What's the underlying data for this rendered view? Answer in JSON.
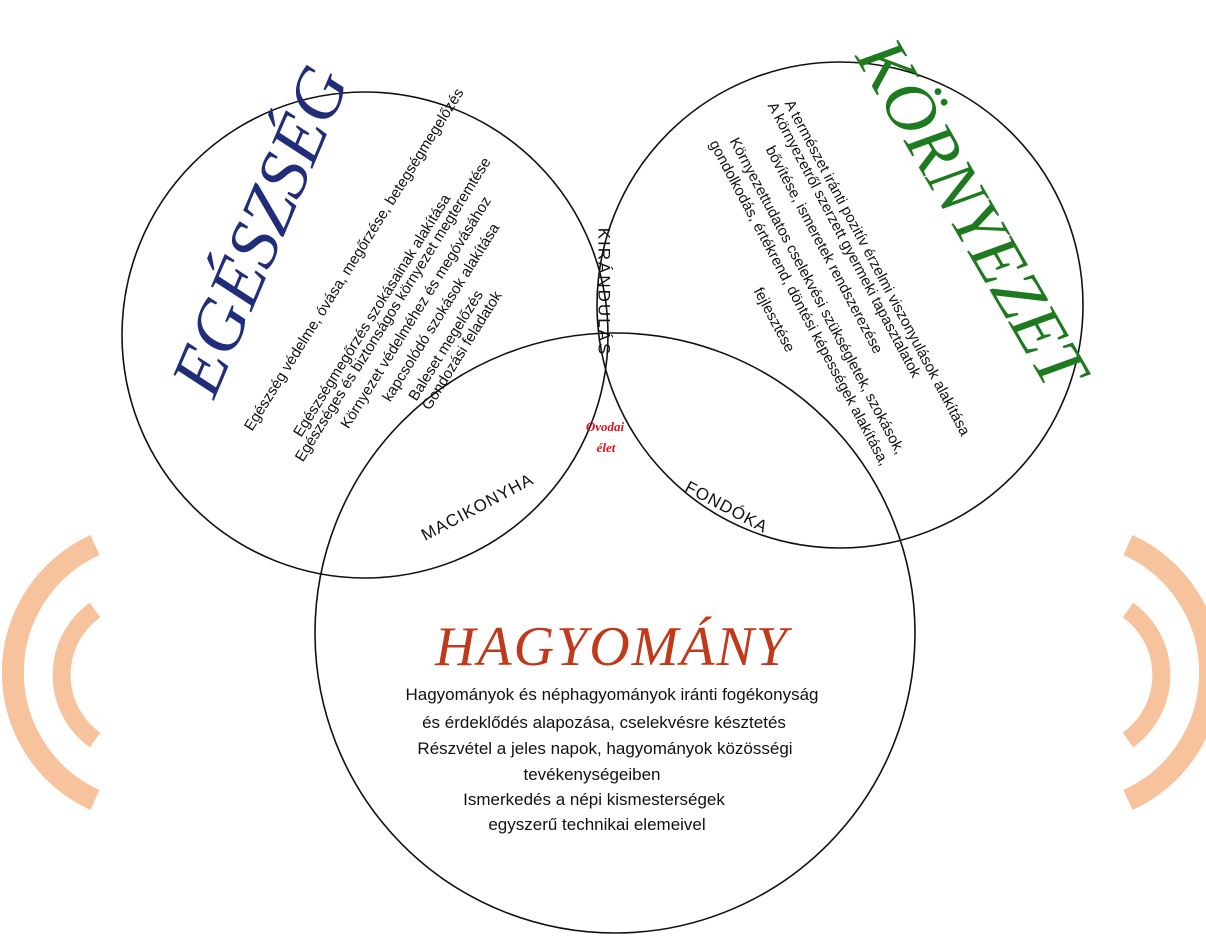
{
  "circles": {
    "egeszseg": {
      "title": "EGÉSZSÉG",
      "title_color": "#1f2d7a",
      "lines": [
        "Egészség védelme, óvása, megőrzése, betegségmegelőzés",
        "Egészségmegőrzés szokásainak alakítása",
        "Egészséges és biztonságos környezet megteremtése",
        "Környezet védelméhez és megóvásához",
        "kapcsolódó szokások alakítása",
        "Baleset megelőzés",
        "Gondozási feladatok"
      ]
    },
    "kornyezet": {
      "title": "KÖRNYEZET",
      "title_color": "#1e7a1e",
      "lines": [
        "A természet iránti pozitív érzelmi viszonyulások alakítása",
        "A környezetről szerzett gyermeki tapasztalatok",
        "bővítése, ismeretek rendszerezése",
        "Környezettudatos cselekvési szükségletek, szokások,",
        "gondolkodás, értékrend, döntési képességek alakítása,",
        "fejlesztése"
      ]
    },
    "hagyomany": {
      "title": "HAGYOMÁNY",
      "title_color": "#c0391b",
      "lines": [
        "Hagyományok és néphagyományok iránti fogékonyság",
        "és érdeklődés alapozása, cselekvésre késztetés",
        "Részvétel a jeles napok, hagyományok közösségi",
        "tevékenységeiben",
        "Ismerkedés a népi kismesterségek",
        "egyszerű technikai elemeivel"
      ]
    }
  },
  "overlaps": {
    "egeszseg_kornyezet": "KIRÁNDULÁS",
    "egeszseg_hagyomany": "MACIKONYHA",
    "kornyezet_hagyomany": "FONDÓKA",
    "center": [
      "Óvodai",
      "élet"
    ]
  },
  "colors": {
    "circle_stroke": "#111111",
    "center_text": "#e0141e",
    "decoration_arcs": "#f6c39c"
  }
}
